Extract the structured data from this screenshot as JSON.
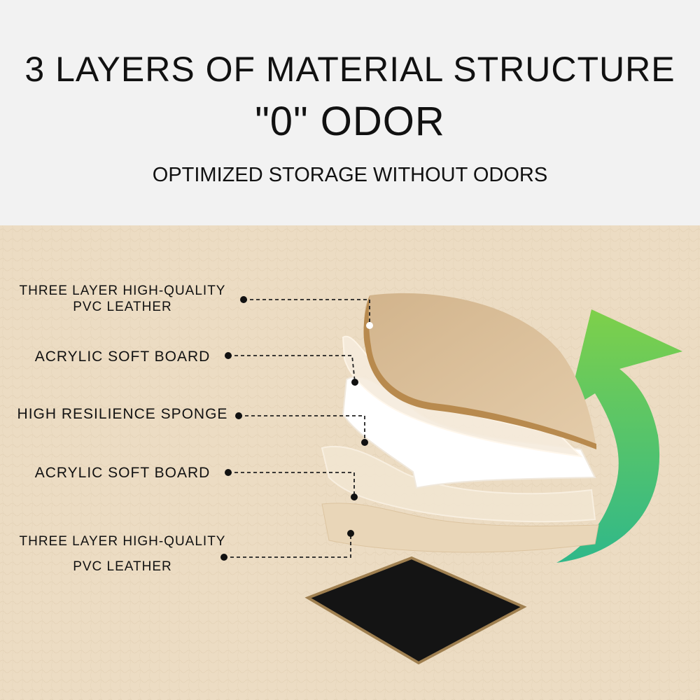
{
  "header": {
    "title_line1": "3 LAYERS OF MATERIAL STRUCTURE",
    "title_line2": "\"0\" ODOR",
    "subtitle": "OPTIMIZED STORAGE WITHOUT ODORS"
  },
  "layers": [
    {
      "line1": "THREE LAYER HIGH-QUALITY",
      "line2": "PVC LEATHER"
    },
    {
      "line1": "ACRYLIC SOFT BOARD"
    },
    {
      "line1": "HIGH RESILIENCE SPONGE"
    },
    {
      "line1": "ACRYLIC SOFT BOARD"
    },
    {
      "line1": "THREE LAYER HIGH-QUALITY",
      "line2": "PVC LEATHER"
    }
  ],
  "colors": {
    "leather": "#ecdcc3",
    "leather_top": "#d8bd98",
    "leather_edge": "#b88a4e",
    "sponge": "#ffffff",
    "arrow_top": "#7ed04a",
    "arrow_bottom": "#2fb88a",
    "base": "#141414"
  },
  "icons": [
    "upward-curved-arrow-icon"
  ]
}
